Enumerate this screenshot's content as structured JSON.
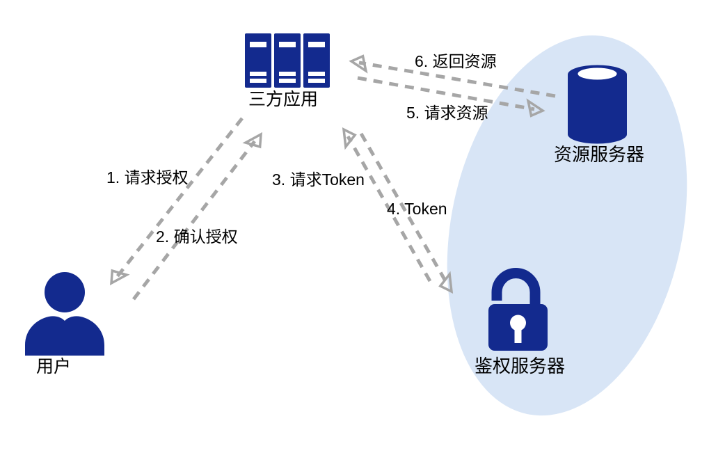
{
  "diagram": {
    "nodes": {
      "app": {
        "label": "三方应用"
      },
      "user": {
        "label": "用户"
      },
      "resource_server": {
        "label": "资源服务器"
      },
      "auth_server": {
        "label": "鉴权服务器"
      }
    },
    "arrows": {
      "step1": {
        "label": "1. 请求授权"
      },
      "step2": {
        "label": "2. 确认授权"
      },
      "step3": {
        "label": "3. 请求Token"
      },
      "step4": {
        "label": "4. Token"
      },
      "step5": {
        "label": "5. 请求资源"
      },
      "step6": {
        "label": "6. 返回资源"
      }
    },
    "colors": {
      "node_navy": "#132a8e",
      "zone_fill": "#d8e5f6",
      "arrow_gray": "#a6a6a6",
      "text": "#000000",
      "background": "#ffffff"
    }
  }
}
